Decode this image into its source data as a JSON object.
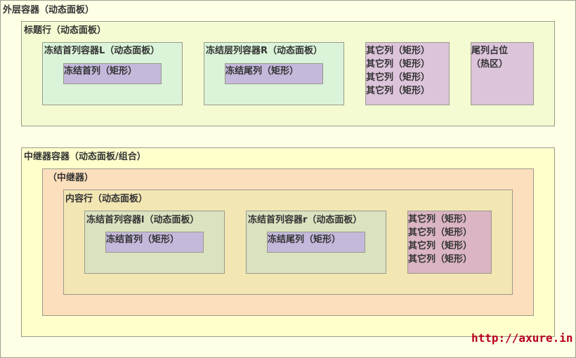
{
  "outer_container": {
    "label": "外层容器（动态面板）"
  },
  "title_row": {
    "label": "标题行（动态面板）",
    "frozen_first_container": {
      "label": "冻结首列容器L（动态面板）",
      "rect_label": "冻结首列（矩形）"
    },
    "frozen_last_container": {
      "label": "冻结层列容器R（动态面板）",
      "rect_label": "冻结尾列（矩形）"
    },
    "other_columns": [
      "其它列（矩形）",
      "其它列（矩形）",
      "其它列（矩形）",
      "其它列（矩形）"
    ],
    "tail_placeholder": [
      "尾列占位",
      "（热区）"
    ]
  },
  "repeater_container": {
    "label": "中继器容器（动态面板/组合）",
    "repeater": {
      "label": "（中继器）",
      "content_row": {
        "label": "内容行（动态面板）",
        "frozen_first_container": {
          "label": "冻结首列容器l（动态面板）",
          "rect_label": "冻结首列（矩形）"
        },
        "frozen_last_container": {
          "label": "冻结首列容器r（动态面板）",
          "rect_label": "冻结尾列（矩形）"
        },
        "other_columns": [
          "其它列（矩形）",
          "其它列（矩形）",
          "其它列（矩形）",
          "其它列（矩形）"
        ]
      }
    }
  },
  "watermark": "http://axure.in",
  "colors": {
    "outer": "#ffffe6",
    "title_row": "#f4fbd2",
    "frozen_containers_top": "#dbf4d9",
    "rectangles": "#c4b8db",
    "other_columns_top": "#dcc4db",
    "repeater_container": "#ffffcc",
    "repeater": "#fcdfbc",
    "content_row": "#f2e6b3",
    "frozen_containers_bottom": "#dae2bf",
    "other_columns_bottom": "#dbb5c4",
    "watermark": "#b8001c"
  }
}
